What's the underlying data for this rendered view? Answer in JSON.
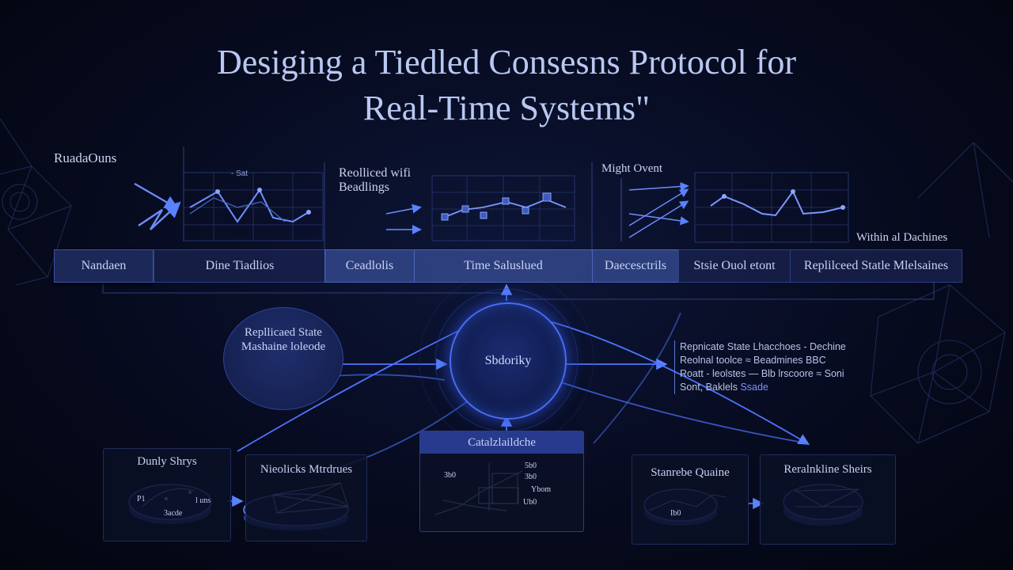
{
  "title": {
    "line1": "Desiging a Tiedled Consesns Protocol for",
    "line2": "Real-Time Systems\""
  },
  "panels": {
    "left_label": "RuadaOuns",
    "middle_label_1": "Reolliced wifi",
    "middle_label_2": "Beadlings",
    "middle_tick": "- Sat",
    "right_label": "Might Ovent",
    "right_caption": "Within al Dachines"
  },
  "nav": [
    {
      "label": "Nandaen"
    },
    {
      "label": "Dine Tiadlios"
    },
    {
      "label": "Ceadlolis"
    },
    {
      "label": "Time Saluslued"
    },
    {
      "label": "Daecesctrils"
    },
    {
      "label": "Stsie Ouol etont"
    },
    {
      "label": "Replilceed Statle Mlelsaines"
    }
  ],
  "nodes": {
    "left_node_line1": "Repllicaed State",
    "left_node_line2": "Mashaine loleode",
    "center_node": "Sbdoriky"
  },
  "side_list": [
    "Repnicate State Lhacchoes - Dechine",
    "Reolnal toolce ≈ Beadmines  BBC",
    "Roatt - leolstes — Blb lrscoore ≈ Soni",
    "Sont, Baklels"
  ],
  "side_list_accent": "Ssade",
  "cards": [
    {
      "title": "Dunly Shrys",
      "tick1": "P1",
      "tick2": "l uns",
      "tick3": "3acde"
    },
    {
      "title": "Nieolicks Mtrdrues"
    },
    {
      "title": "Catalzlaildche",
      "t1": "3b0",
      "t2": "5b0",
      "t3": "3b0",
      "t4": "Ybom",
      "t5": "Ub0"
    },
    {
      "title": "Stanrebe Quaine",
      "tick1": "Ib0"
    },
    {
      "title": "Reralnkline Sheirs"
    }
  ],
  "colors": {
    "accent": "#4a72ff",
    "background": "#070b1f",
    "panel": "#19234f"
  }
}
